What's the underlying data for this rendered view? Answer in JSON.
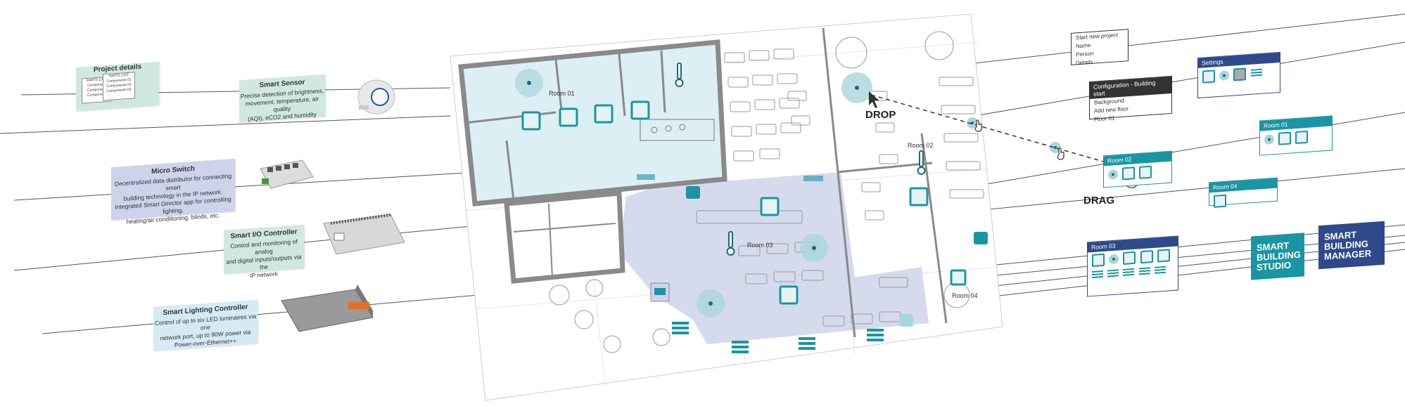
{
  "left_cards": {
    "project_details": {
      "title": "Project details",
      "parts_list_a": "PARTS LIST",
      "parts_list_b": "PARTS LIST",
      "component_a": "Component",
      "component_b": "Component",
      "component_c": "Component",
      "comp01": "Components 01",
      "comp02": "Components 02",
      "comp03": "Components 03"
    },
    "smart_sensor": {
      "title": "Smart Sensor",
      "line1": "Precise detection of brightness,",
      "line2": "movement, temperature, air quality",
      "line3": "(AQI), eCO2 and humidity"
    },
    "micro_switch": {
      "title": "Micro Switch",
      "line1": "Decentralized data distributor for connecting smart",
      "line2": "building technology in the IP network.",
      "line3": "Integrated Smart Director app for controlling lighting,",
      "line4": "heating/air conditioning, blinds, etc."
    },
    "io_controller": {
      "title": "Smart I/O Controller",
      "line1": "Control and monitoring of analog",
      "line2": "and digital inputs/outputs via the",
      "line3": "IP network"
    },
    "lighting_controller": {
      "title": "Smart Lighting Controller",
      "line1": "Control of up to six LED luminaires via one",
      "line2": "network port, up to 90W power via",
      "line3": "Power-over-Ethernet++"
    }
  },
  "floorplan": {
    "room01": "Room 01",
    "room02": "Room 02",
    "room03": "Room 03",
    "room04": "Room 04",
    "drop": "DROP",
    "drag": "DRAG"
  },
  "right_panels": {
    "start_project": {
      "title": "Start new project",
      "items": [
        "Name",
        "Person",
        "Details"
      ]
    },
    "configuration": {
      "title": "Configuration - Building start",
      "items": [
        "Background",
        "Add new floor",
        "Floor 01"
      ]
    },
    "settings": {
      "title": "Settings"
    },
    "room01": {
      "title": "Room 01"
    },
    "room02": {
      "title": "Room 02"
    },
    "room04": {
      "title": "Room 04"
    },
    "room03": {
      "title": "Room 03"
    },
    "studio": "SMART BUILDING STUDIO",
    "manager": "SMART BUILDING MANAGER"
  },
  "colors": {
    "teal": "#1a95a3",
    "navy": "#2e4a8a",
    "room01_fill": "#dceff5",
    "room03_fill": "#cfd3ea",
    "wall": "#8a8a8a"
  },
  "icons": [
    "thermometer-icon",
    "sensor-dot-icon",
    "outlet-icon",
    "hand-cursor-icon",
    "arrow-cursor-icon"
  ]
}
